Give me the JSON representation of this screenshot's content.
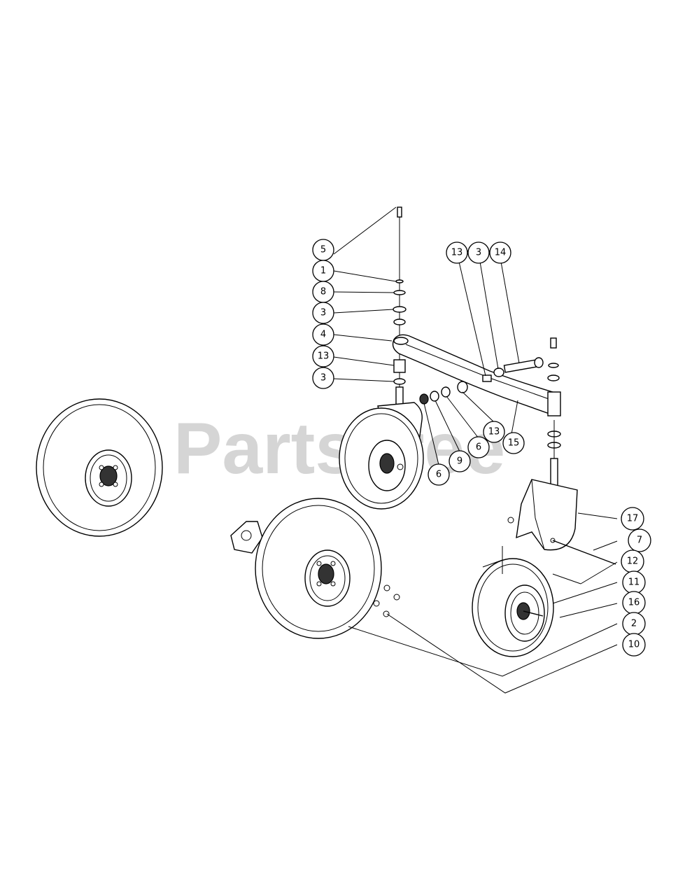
{
  "watermark": {
    "text": "PartsTree"
  },
  "callouts": {
    "c5": "5",
    "c1": "1",
    "c8": "8",
    "c3a": "3",
    "c4": "4",
    "c13a": "13",
    "c3b": "3",
    "c13b": "13",
    "c3c": "3",
    "c14": "14",
    "c6a": "6",
    "c9": "9",
    "c6b": "6",
    "c13c": "13",
    "c15": "15",
    "c17": "17",
    "c7": "7",
    "c12": "12",
    "c11": "11",
    "c16": "16",
    "c2": "2",
    "c10": "10"
  }
}
